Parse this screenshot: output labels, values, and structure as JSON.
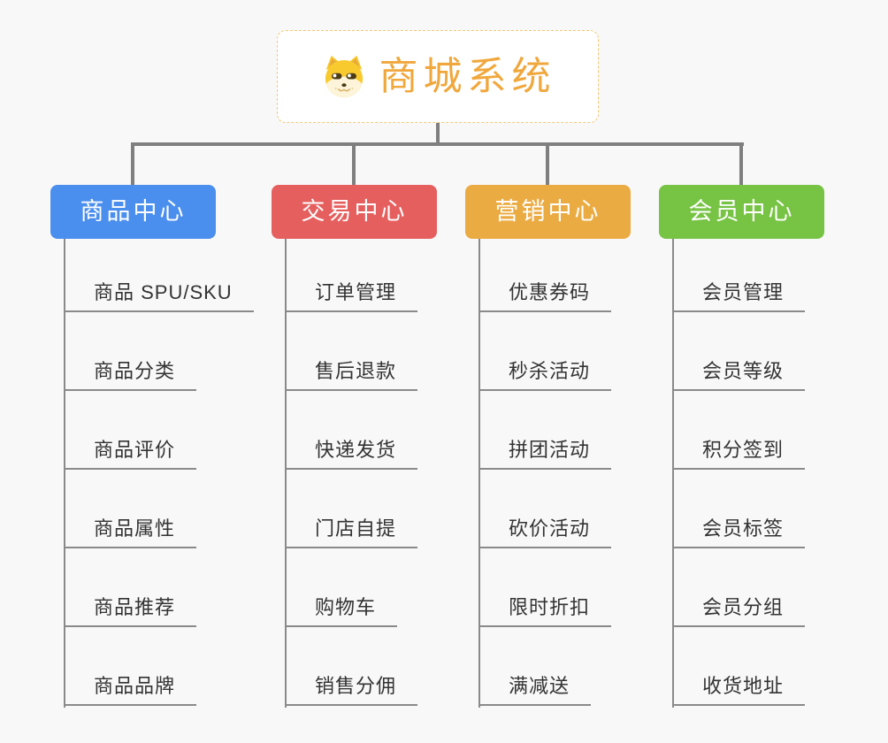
{
  "colors": {
    "background": "#f8f8f8",
    "connector": "#7f7f7f",
    "item_line": "#8a8a8a",
    "item_text": "#333333",
    "root_text": "#f0a73c",
    "root_border": "#f3c774",
    "root_bg": "#ffffff"
  },
  "root": {
    "label": "商城系统",
    "icon": "doge-icon"
  },
  "branches": [
    {
      "label": "商品中心",
      "color": "#4a8eee",
      "children": [
        "商品 SPU/SKU",
        "商品分类",
        "商品评价",
        "商品属性",
        "商品推荐",
        "商品品牌"
      ]
    },
    {
      "label": "交易中心",
      "color": "#e65f5f",
      "children": [
        "订单管理",
        "售后退款",
        "快递发货",
        "门店自提",
        "购物车",
        "销售分佣"
      ]
    },
    {
      "label": "营销中心",
      "color": "#ebab43",
      "children": [
        "优惠券码",
        "秒杀活动",
        "拼团活动",
        "砍价活动",
        "限时折扣",
        "满减送"
      ]
    },
    {
      "label": "会员中心",
      "color": "#77c344",
      "children": [
        "会员管理",
        "会员等级",
        "积分签到",
        "会员标签",
        "会员分组",
        "收货地址"
      ]
    }
  ]
}
